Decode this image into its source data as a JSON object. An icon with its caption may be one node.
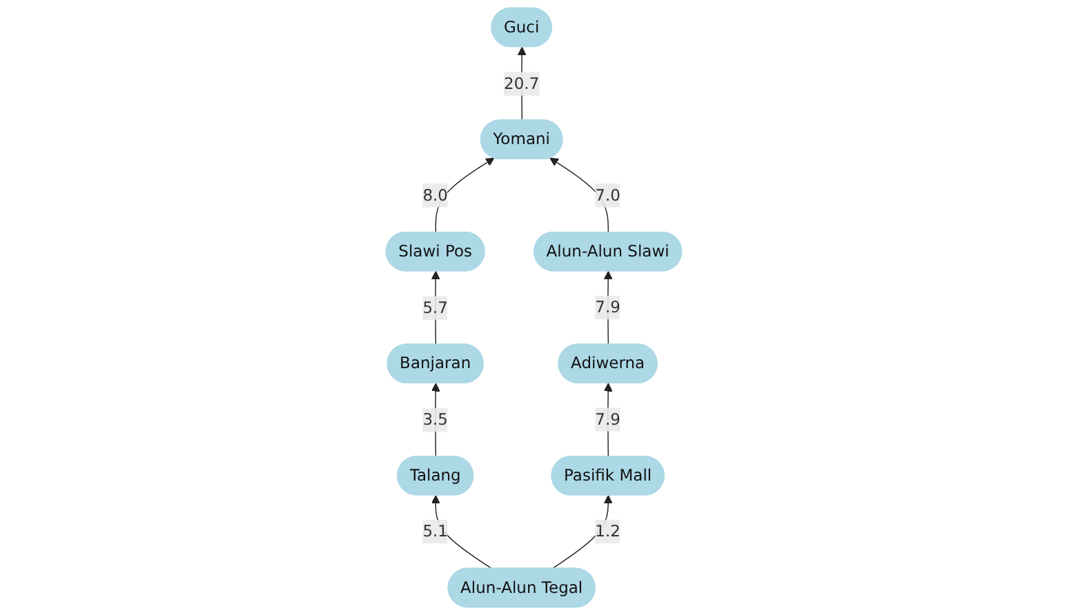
{
  "diagram": {
    "nodes": [
      {
        "text": [
          "Guci"
        ]
      },
      {
        "text": [
          "Yomani"
        ]
      },
      {
        "text": [
          "Slawi Pos"
        ]
      },
      {
        "text": [
          "Alun-Alun Slawi"
        ]
      },
      {
        "text": [
          "Banjaran"
        ]
      },
      {
        "text": [
          "Adiwerna"
        ]
      },
      {
        "text": [
          "Talang"
        ]
      },
      {
        "text": [
          "Pasifik Mall"
        ]
      },
      {
        "text": [
          "Alun-Alun Tegal"
        ]
      }
    ],
    "edges": [
      {
        "from": 8,
        "to": 6,
        "arrow": "to",
        "label": "5.1"
      },
      {
        "from": 6,
        "to": 4,
        "arrow": "to",
        "label": "3.5"
      },
      {
        "from": 4,
        "to": 2,
        "arrow": "to",
        "label": "5.7"
      },
      {
        "from": 2,
        "to": 1,
        "arrow": "to",
        "label": "8.0"
      },
      {
        "from": 1,
        "to": 0,
        "arrow": "to",
        "label": "20.7"
      },
      {
        "from": 8,
        "to": 7,
        "arrow": "to",
        "label": "1.2"
      },
      {
        "from": 7,
        "to": 5,
        "arrow": "to",
        "label": "7.9"
      },
      {
        "from": 5,
        "to": 3,
        "arrow": "to",
        "label": "7.9"
      },
      {
        "from": 3,
        "to": 1,
        "arrow": "to",
        "label": "7.0"
      }
    ]
  }
}
